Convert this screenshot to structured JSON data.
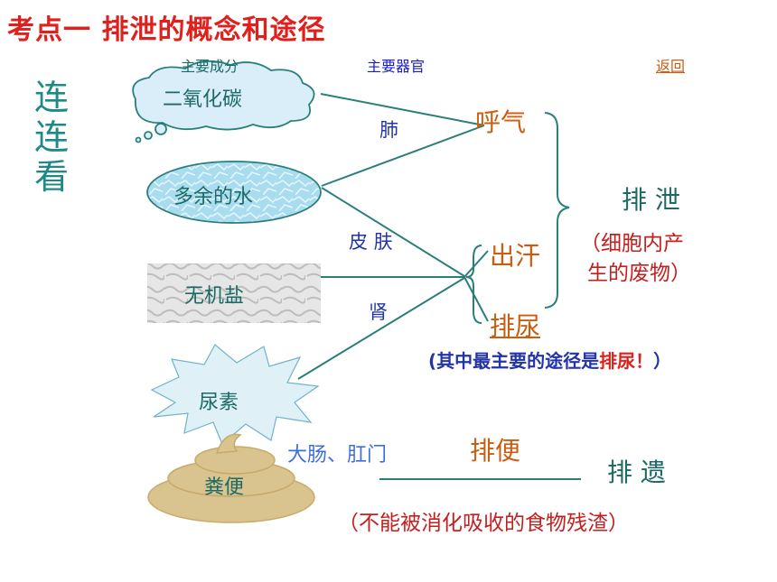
{
  "title": "考点一 排泄的概念和途径",
  "headers": {
    "components": "主要成分",
    "organs": "主要器官",
    "back": "返回"
  },
  "side_label": [
    "连",
    "连",
    "看"
  ],
  "items": {
    "co2": "二氧化碳",
    "water": "多余的水",
    "salts": "无机盐",
    "urea": "尿素",
    "feces": "粪便"
  },
  "organs": {
    "lung": "肺",
    "skin": "皮 肤",
    "kidney": "肾",
    "intestine": "大肠、肛门"
  },
  "routes": {
    "breath": "呼气",
    "sweat": "出汗",
    "urine": "排尿",
    "defecate": "排便"
  },
  "excretion": {
    "label": "排 泄",
    "note_line1": "（细胞内产",
    "note_line2": "生的废物）"
  },
  "egestion": {
    "label": "排 遗",
    "note": "（不能被消化吸收的食物残渣）"
  },
  "emphasis": {
    "prefix": "(其中最主要的途径是",
    "highlight": "排尿！",
    "suffix": "）"
  },
  "colors": {
    "title": "#e0201c",
    "teal": "#1b6a66",
    "organ_blue": "#2334a8",
    "orange": "#cc5d10",
    "red": "#c41f1f",
    "line": "#2a7f7a"
  }
}
